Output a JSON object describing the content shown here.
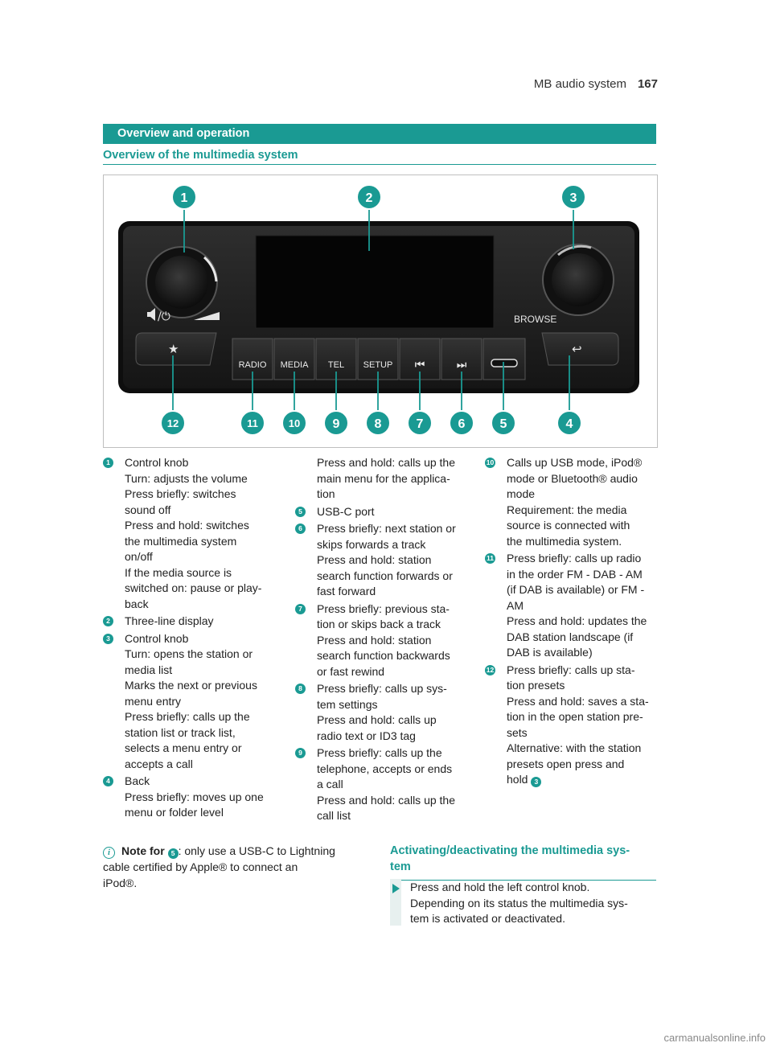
{
  "header": {
    "section": "MB audio system",
    "page": "167"
  },
  "section_title": "Overview and operation",
  "subsection_title": "Overview of the multimedia system",
  "device": {
    "buttons": [
      "RADIO",
      "MEDIA",
      "TEL",
      "SETUP"
    ],
    "browse_label": "BROWSE",
    "callouts": [
      "1",
      "2",
      "3",
      "4",
      "5",
      "6",
      "7",
      "8",
      "9",
      "10",
      "11",
      "12"
    ]
  },
  "col1": [
    {
      "n": "1",
      "lines": [
        "Control knob",
        "Turn: adjusts the volume",
        "Press briefly: switches",
        "sound off",
        "Press and hold: switches",
        "the multimedia system",
        "on/off",
        "If the media source is",
        "switched on: pause or play-",
        "back"
      ]
    },
    {
      "n": "2",
      "lines": [
        "Three-line display"
      ]
    },
    {
      "n": "3",
      "lines": [
        "Control knob",
        "Turn: opens the station or",
        "media list",
        "Marks the next or previous",
        "menu entry",
        "Press briefly: calls up the",
        "station list or track list,",
        "selects a menu entry or",
        "accepts a call"
      ]
    },
    {
      "n": "4",
      "lines": [
        "Back",
        "Press briefly: moves up one",
        "menu or folder level"
      ]
    }
  ],
  "col2_cont": [
    "Press and hold: calls up the",
    "main menu for the applica-",
    "tion"
  ],
  "col2": [
    {
      "n": "5",
      "lines": [
        "USB-C port"
      ]
    },
    {
      "n": "6",
      "lines": [
        "Press briefly: next station or",
        "skips forwards a track",
        "Press and hold: station",
        "search function forwards or",
        "fast forward"
      ]
    },
    {
      "n": "7",
      "lines": [
        "Press briefly: previous sta-",
        "tion or skips back a track",
        "Press and hold: station",
        "search function backwards",
        "or fast rewind"
      ]
    },
    {
      "n": "8",
      "lines": [
        "Press briefly: calls up sys-",
        "tem settings",
        "Press and hold: calls up",
        "radio text or ID3 tag"
      ]
    },
    {
      "n": "9",
      "lines": [
        "Press briefly: calls up the",
        "telephone, accepts or ends",
        "a call",
        "Press and hold: calls up the",
        "call list"
      ]
    }
  ],
  "col3": [
    {
      "n": "10",
      "lines": [
        "Calls up USB mode, iPod®",
        "mode or Bluetooth® audio",
        "mode",
        "Requirement: the media",
        "source is connected with",
        "the multimedia system."
      ]
    },
    {
      "n": "11",
      "lines": [
        "Press briefly: calls up radio",
        "in the order FM - DAB - AM",
        "(if DAB is available) or FM -",
        "AM",
        "Press and hold: updates the",
        "DAB station landscape (if",
        "DAB is available)"
      ]
    },
    {
      "n": "12",
      "lines": [
        "Press briefly: calls up sta-",
        "tion presets",
        "Press and hold: saves a sta-",
        "tion in the open station pre-",
        "sets",
        "Alternative: with the station",
        "presets open press and"
      ]
    }
  ],
  "col3_last": {
    "text": "hold",
    "ref": "3"
  },
  "note": {
    "label": "Note for",
    "ref": "5",
    "text1": ": only use a USB-C to Lightning",
    "text2": "cable certified by Apple® to connect an",
    "text3": "iPod®."
  },
  "activating": {
    "title_line1": "Activating/deactivating the multimedia sys-",
    "title_line2": "tem",
    "step_lines": [
      "Press and hold the left control knob.",
      "Depending on its status the multimedia sys-",
      "tem is activated or deactivated."
    ]
  },
  "footer": "carmanualsonline.info"
}
